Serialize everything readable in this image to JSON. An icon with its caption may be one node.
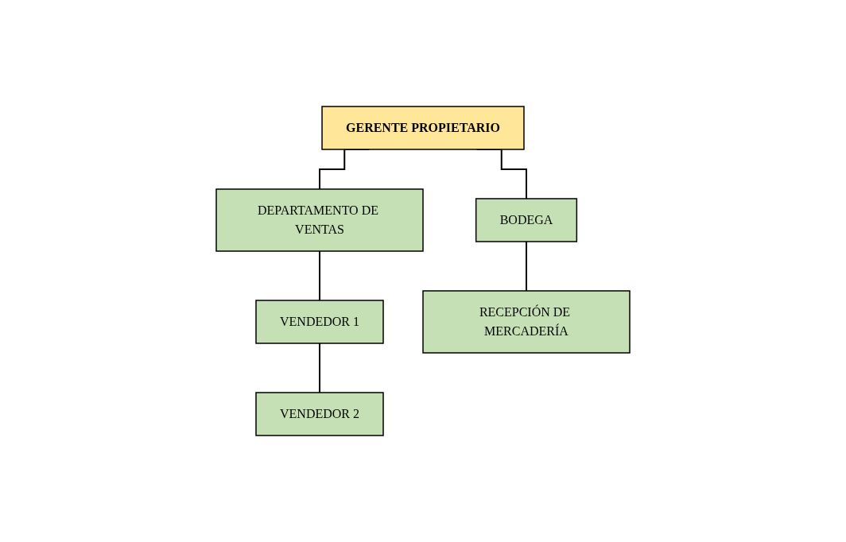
{
  "diagram": {
    "nodes": [
      {
        "text": [
          "GERENTE PROPIETARIO"
        ]
      },
      {
        "text": [
          "DEPARTAMENTO DE VENTAS"
        ]
      },
      {
        "text": [
          "BODEGA"
        ]
      },
      {
        "text": [
          "VENDEDOR 1"
        ]
      },
      {
        "text": [
          "RECEPCIÓN DE MERCADERÍA"
        ]
      },
      {
        "text": [
          "VENDEDOR 2"
        ]
      }
    ],
    "edges": [
      {
        "from": 0,
        "to": 1,
        "arrow": "none"
      },
      {
        "from": 0,
        "to": 2,
        "arrow": "none"
      },
      {
        "from": 1,
        "to": 3,
        "arrow": "none"
      },
      {
        "from": 2,
        "to": 4,
        "arrow": "none"
      },
      {
        "from": 3,
        "to": 5,
        "arrow": "none"
      }
    ]
  }
}
